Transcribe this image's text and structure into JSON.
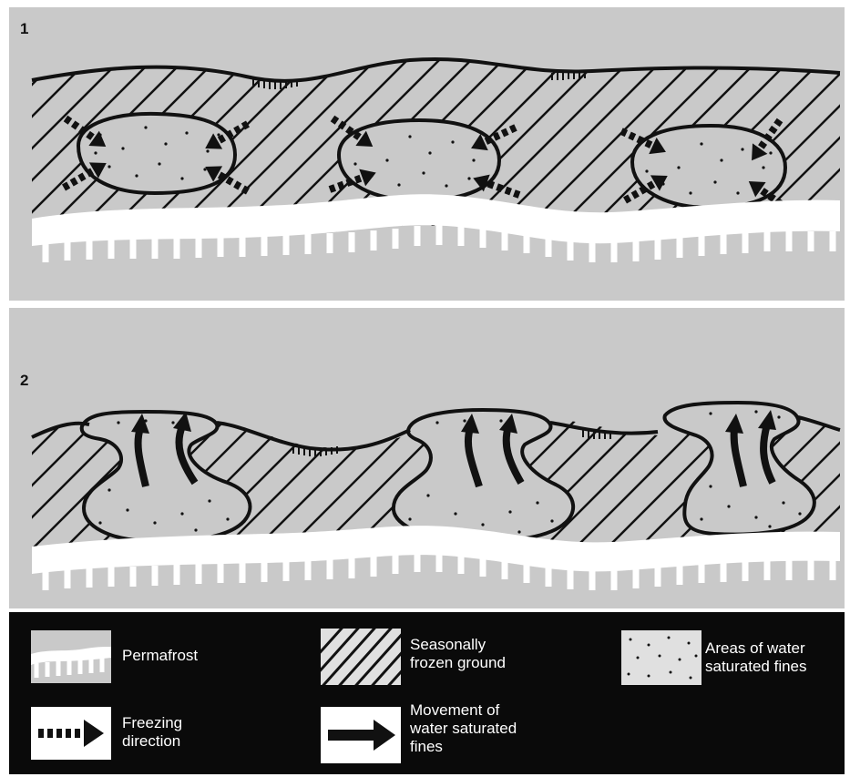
{
  "panels": [
    {
      "number": "1"
    },
    {
      "number": "2"
    }
  ],
  "legend": {
    "permafrost": "Permafrost",
    "seasonally_frozen": "Seasonally\nfrozen ground",
    "water_saturated": "Areas of water\nsaturated fines",
    "freezing_direction": "Freezing\ndirection",
    "movement": "Movement of\nwater saturated\nfines"
  },
  "colors": {
    "panel_background": "#c9c9c9",
    "legend_background": "#0a0a0a",
    "ink": "#111111",
    "permafrost": "#ffffff"
  }
}
